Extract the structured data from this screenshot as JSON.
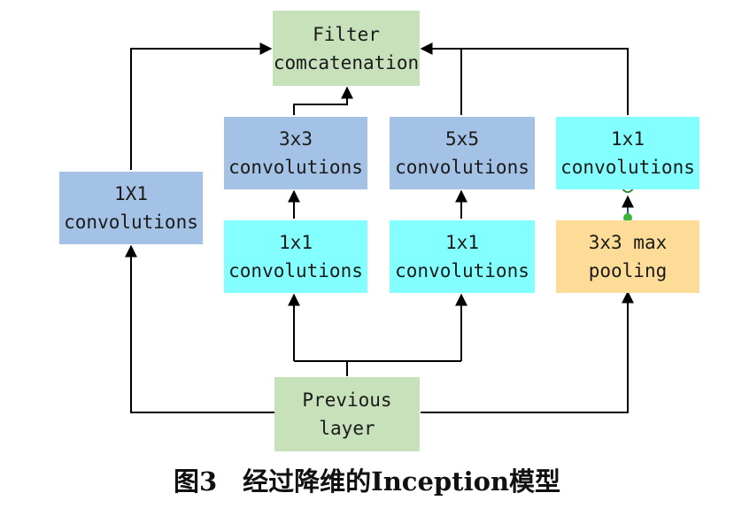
{
  "nodes": {
    "filter_concat": [
      "Filter",
      "comcatenation"
    ],
    "conv3x3": [
      "3x3",
      "convolutions"
    ],
    "conv5x5": [
      "5x5",
      "convolutions"
    ],
    "conv1x1_pool": [
      "1x1",
      "convolutions"
    ],
    "conv1x1_left": [
      "1X1",
      "convolutions"
    ],
    "reduce_3x3": [
      "1x1",
      "convolutions"
    ],
    "reduce_5x5": [
      "1x1",
      "convolutions"
    ],
    "maxpool": [
      "3x3 max",
      "pooling"
    ],
    "previous": [
      "Previous",
      "layer"
    ]
  },
  "colors": {
    "green": "#c7e2bb",
    "blue": "#a4c2e6",
    "cyan": "#84ffff",
    "yellow": "#fddc97",
    "line": "#000000"
  },
  "caption": "图3　经过降维的Inception模型"
}
